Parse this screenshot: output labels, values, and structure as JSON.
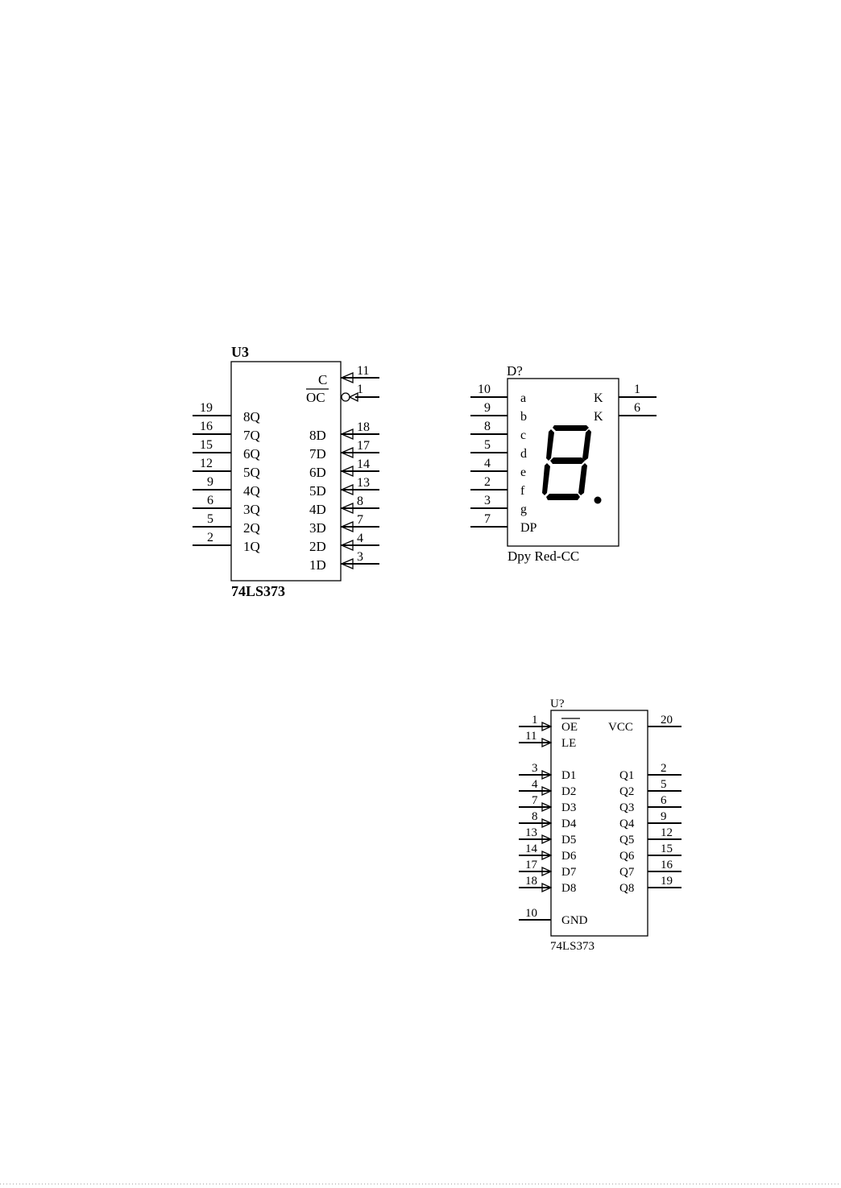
{
  "u3": {
    "ref": "U3",
    "part": "74LS373",
    "left_pins": [
      {
        "num": "19",
        "label": "8Q"
      },
      {
        "num": "16",
        "label": "7Q"
      },
      {
        "num": "15",
        "label": "6Q"
      },
      {
        "num": "12",
        "label": "5Q"
      },
      {
        "num": "9",
        "label": "4Q"
      },
      {
        "num": "6",
        "label": "3Q"
      },
      {
        "num": "5",
        "label": "2Q"
      },
      {
        "num": "2",
        "label": "1Q"
      }
    ],
    "right_pins": [
      {
        "num": "11",
        "label": "C"
      },
      {
        "num": "1",
        "label": "OC"
      },
      {
        "num": "18",
        "label": "8D"
      },
      {
        "num": "17",
        "label": "7D"
      },
      {
        "num": "14",
        "label": "6D"
      },
      {
        "num": "13",
        "label": "5D"
      },
      {
        "num": "8",
        "label": "4D"
      },
      {
        "num": "7",
        "label": "3D"
      },
      {
        "num": "4",
        "label": "2D"
      },
      {
        "num": "3",
        "label": "1D"
      }
    ]
  },
  "display": {
    "ref": "D?",
    "part": "Dpy Red-CC",
    "left_pins": [
      {
        "num": "10",
        "label": "a"
      },
      {
        "num": "9",
        "label": "b"
      },
      {
        "num": "8",
        "label": "c"
      },
      {
        "num": "5",
        "label": "d"
      },
      {
        "num": "4",
        "label": "e"
      },
      {
        "num": "2",
        "label": "f"
      },
      {
        "num": "3",
        "label": "g"
      },
      {
        "num": "7",
        "label": "DP"
      }
    ],
    "right_pins": [
      {
        "num": "1",
        "label": "K"
      },
      {
        "num": "6",
        "label": "K"
      }
    ]
  },
  "u_q": {
    "ref": "U?",
    "part": "74LS373",
    "left_pins": [
      {
        "num": "1",
        "label": "OE"
      },
      {
        "num": "11",
        "label": "LE"
      },
      {
        "num": "3",
        "label": "D1"
      },
      {
        "num": "4",
        "label": "D2"
      },
      {
        "num": "7",
        "label": "D3"
      },
      {
        "num": "8",
        "label": "D4"
      },
      {
        "num": "13",
        "label": "D5"
      },
      {
        "num": "14",
        "label": "D6"
      },
      {
        "num": "17",
        "label": "D7"
      },
      {
        "num": "18",
        "label": "D8"
      },
      {
        "num": "10",
        "label": "GND"
      }
    ],
    "right_pins": [
      {
        "num": "20",
        "label": "VCC"
      },
      {
        "num": "2",
        "label": "Q1"
      },
      {
        "num": "5",
        "label": "Q2"
      },
      {
        "num": "6",
        "label": "Q3"
      },
      {
        "num": "9",
        "label": "Q4"
      },
      {
        "num": "12",
        "label": "Q5"
      },
      {
        "num": "15",
        "label": "Q6"
      },
      {
        "num": "16",
        "label": "Q7"
      },
      {
        "num": "19",
        "label": "Q8"
      }
    ]
  }
}
